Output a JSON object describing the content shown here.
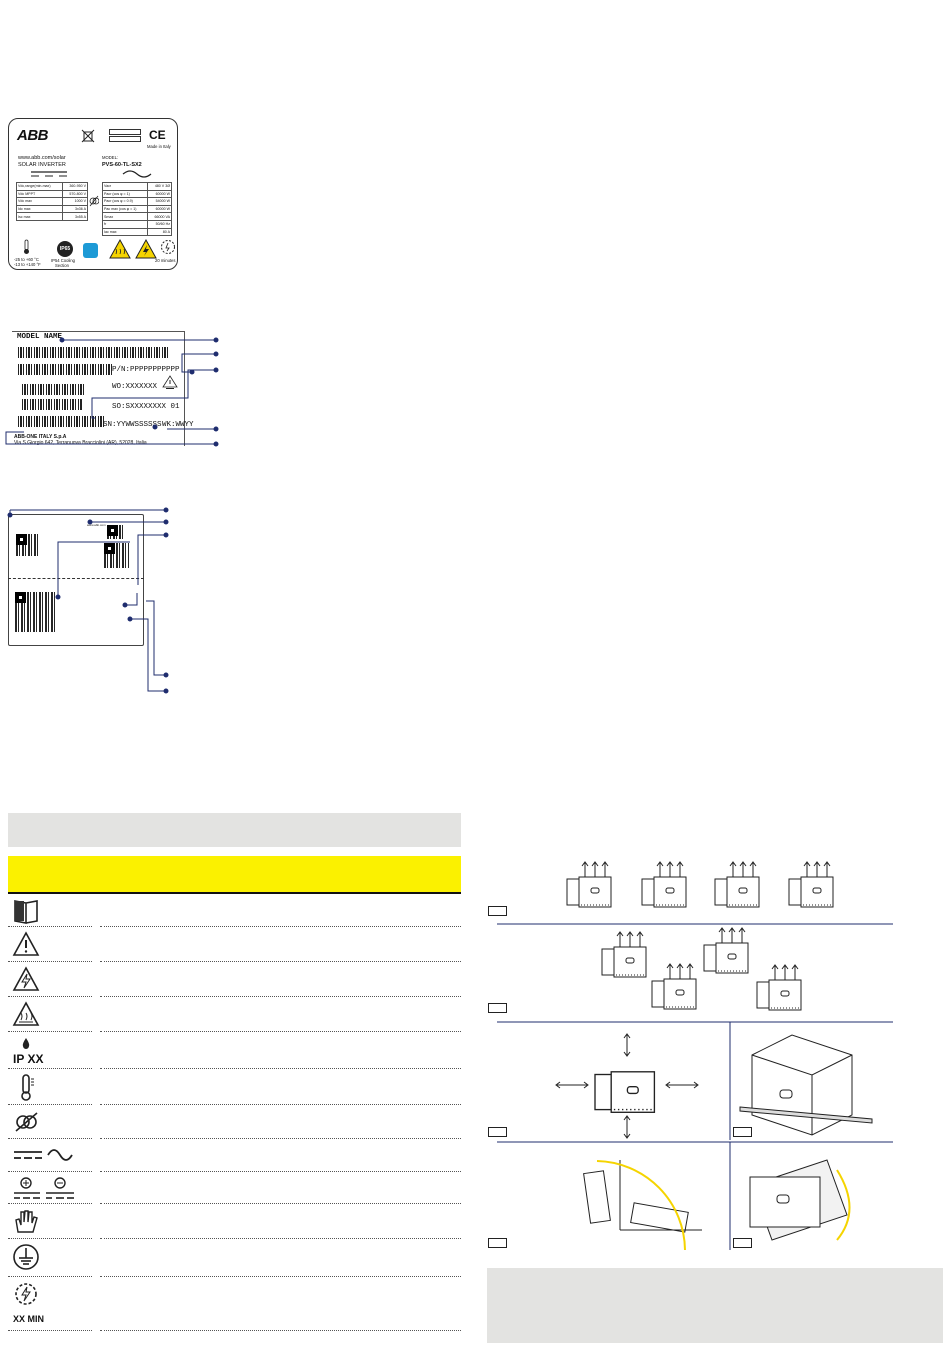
{
  "rating_label": {
    "brand": "ABB",
    "website": "www.abb.com/solar",
    "product": "SOLAR INVERTER",
    "model_caption": "MODEL:",
    "model": "PVS-60-TL-SX2",
    "made_in": "Made in Italy",
    "dc_rows": [
      [
        "Vdc,range(min-max)",
        "360-950 V"
      ],
      [
        "Vdc MPPT",
        "570-800 V"
      ],
      [
        "Vdc max",
        "1000 V"
      ],
      [
        "Idc max",
        "3x36 A"
      ],
      [
        "Isc max",
        "3x55 A"
      ]
    ],
    "ac_rows": [
      [
        "Vacr",
        "480 V 3Ø"
      ],
      [
        "Pacr (cos φ = 1)",
        "60000 W"
      ],
      [
        "Pacr (cos φ = 0.9)",
        "54000 W"
      ],
      [
        "Pac max (cos φ = 1)",
        "60000 W"
      ],
      [
        "Smax",
        "66000 VA"
      ],
      [
        "fr",
        "50/60 Hz"
      ],
      [
        "Iac max",
        "80 A"
      ]
    ],
    "temp1": "-25 to +60 °C",
    "temp2": "-13 to +140 °F",
    "ip_badge": "IP65",
    "ip_text1": "IP54 Cooling",
    "ip_text2": "Section",
    "minutes": "20 minutes"
  },
  "product_label": {
    "model_name": "MODEL NAME",
    "pn": "P/N:PPPPPPPPPPP",
    "wo": "WO:XXXXXXX",
    "so": "SO:SXXXXXXXX 01",
    "sn": "SN:YYWWSSSSSS",
    "wk": "WK:WWYY",
    "company": "ABB-ONE ITALY S.p.A",
    "address": "Via S.Giorgio 642, Terranuova Bracciolini (AR), 52028, Italia"
  },
  "qr_label": {
    "small_text": "www.abb.com"
  },
  "symbol_rows": [
    {
      "icon": "manual-book-icon",
      "height": 34
    },
    {
      "icon": "warning-triangle-icon",
      "height": 35
    },
    {
      "icon": "electrical-hazard-icon",
      "height": 35
    },
    {
      "icon": "hot-surface-icon",
      "height": 35
    },
    {
      "icon": "ip-protection-icon",
      "label": "IP XX",
      "height": 37
    },
    {
      "icon": "thermometer-icon",
      "height": 36
    },
    {
      "icon": "no-isolation-transformer-icon",
      "height": 34
    },
    {
      "icon": "dc-ac-icon",
      "height": 33
    },
    {
      "icon": "dc-polarity-icon",
      "height": 32
    },
    {
      "icon": "protective-gloves-icon",
      "height": 35
    },
    {
      "icon": "ground-icon",
      "height": 38
    },
    {
      "icon": "discharge-time-icon",
      "label": "XX MIN",
      "height": 54
    }
  ],
  "figures": {
    "tags": [
      "",
      "",
      "",
      "",
      "",
      ""
    ]
  }
}
